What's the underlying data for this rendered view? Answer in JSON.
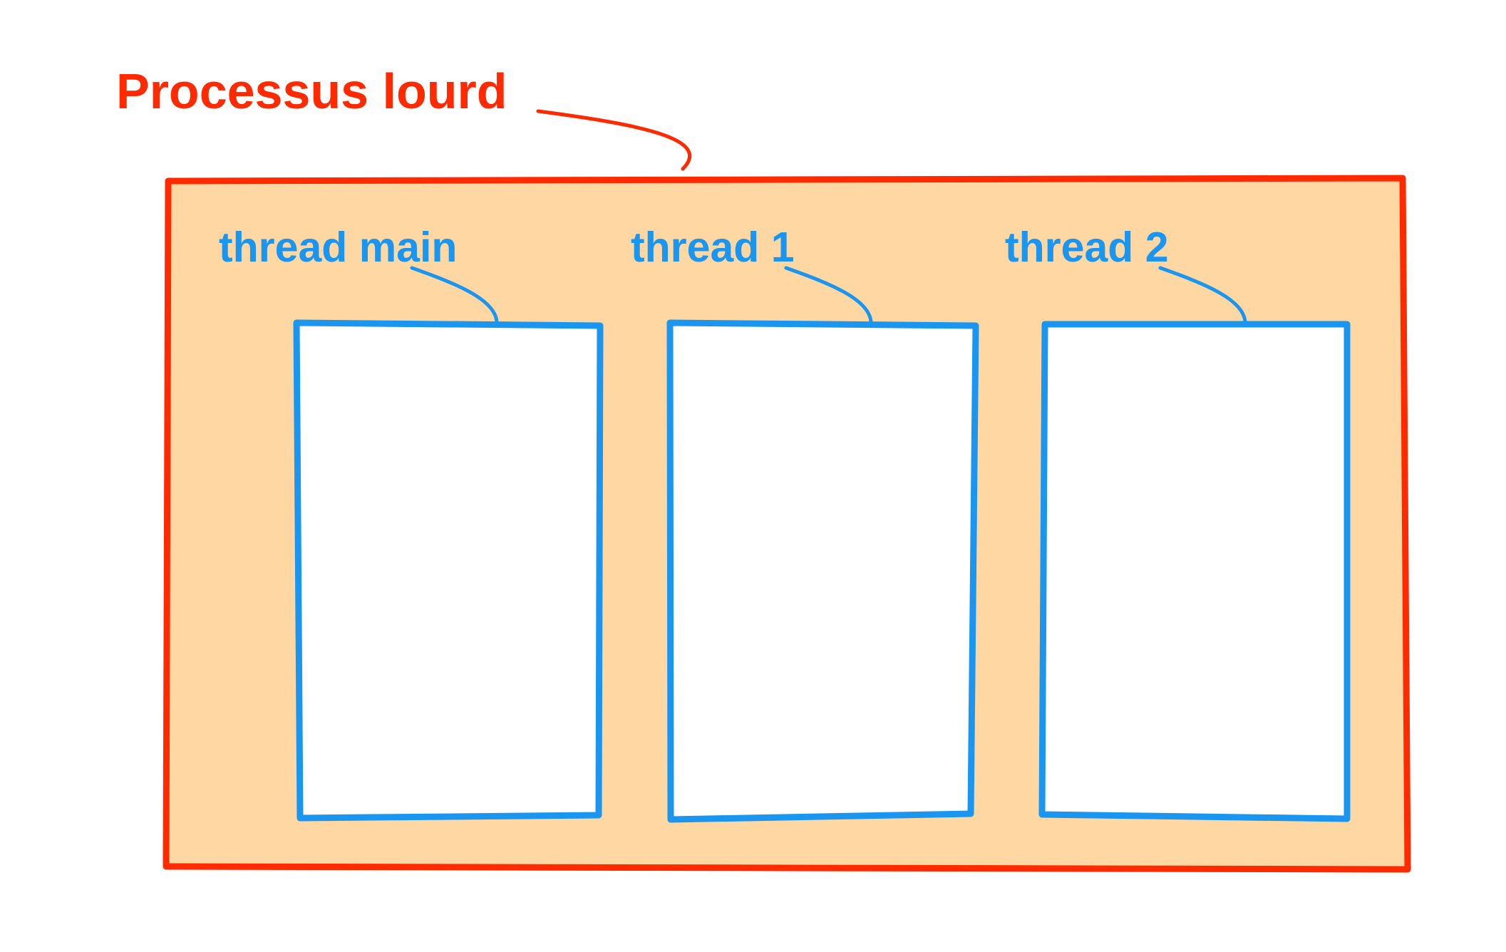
{
  "process": {
    "label": "Processus lourd"
  },
  "threads": [
    {
      "label": "thread main"
    },
    {
      "label": "thread 1"
    },
    {
      "label": "thread 2"
    }
  ],
  "colors": {
    "process_stroke": "#ff2a00",
    "process_fill": "#fed7a2",
    "thread_stroke": "#1a95f0",
    "thread_fill": "#ffffff",
    "background": "#ffffff"
  }
}
